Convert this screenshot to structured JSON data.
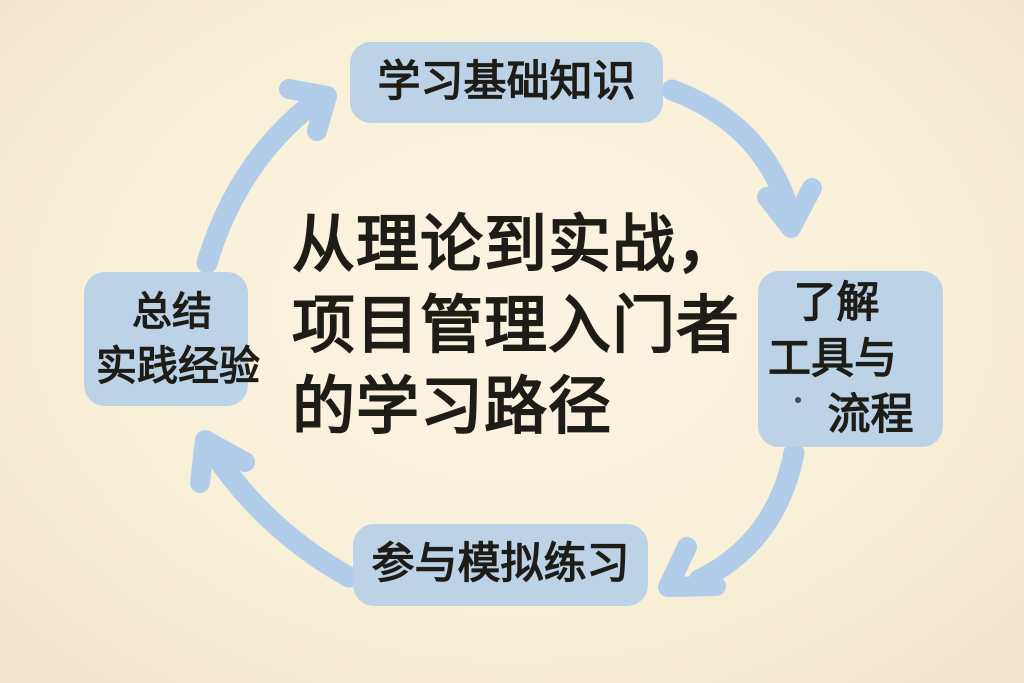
{
  "colors": {
    "background": "#f9f0d8",
    "node_fill": "#bcd2e6",
    "arrow": "#b1cde9",
    "text": "#1e1c17"
  },
  "center": {
    "lines": [
      "从理论到实战，",
      "项目管理入门者",
      "的学习路径"
    ]
  },
  "nodes": {
    "top": {
      "label": "学习基础知识"
    },
    "right": {
      "lines": [
        "了解",
        "工具与",
        "流程"
      ]
    },
    "bottom": {
      "label": "参与模拟练习"
    },
    "left": {
      "lines": [
        "总结",
        "实践经验"
      ]
    }
  },
  "cycle_order": [
    "学习基础知识",
    "了解工具与流程",
    "参与模拟练习",
    "总结实践经验"
  ]
}
